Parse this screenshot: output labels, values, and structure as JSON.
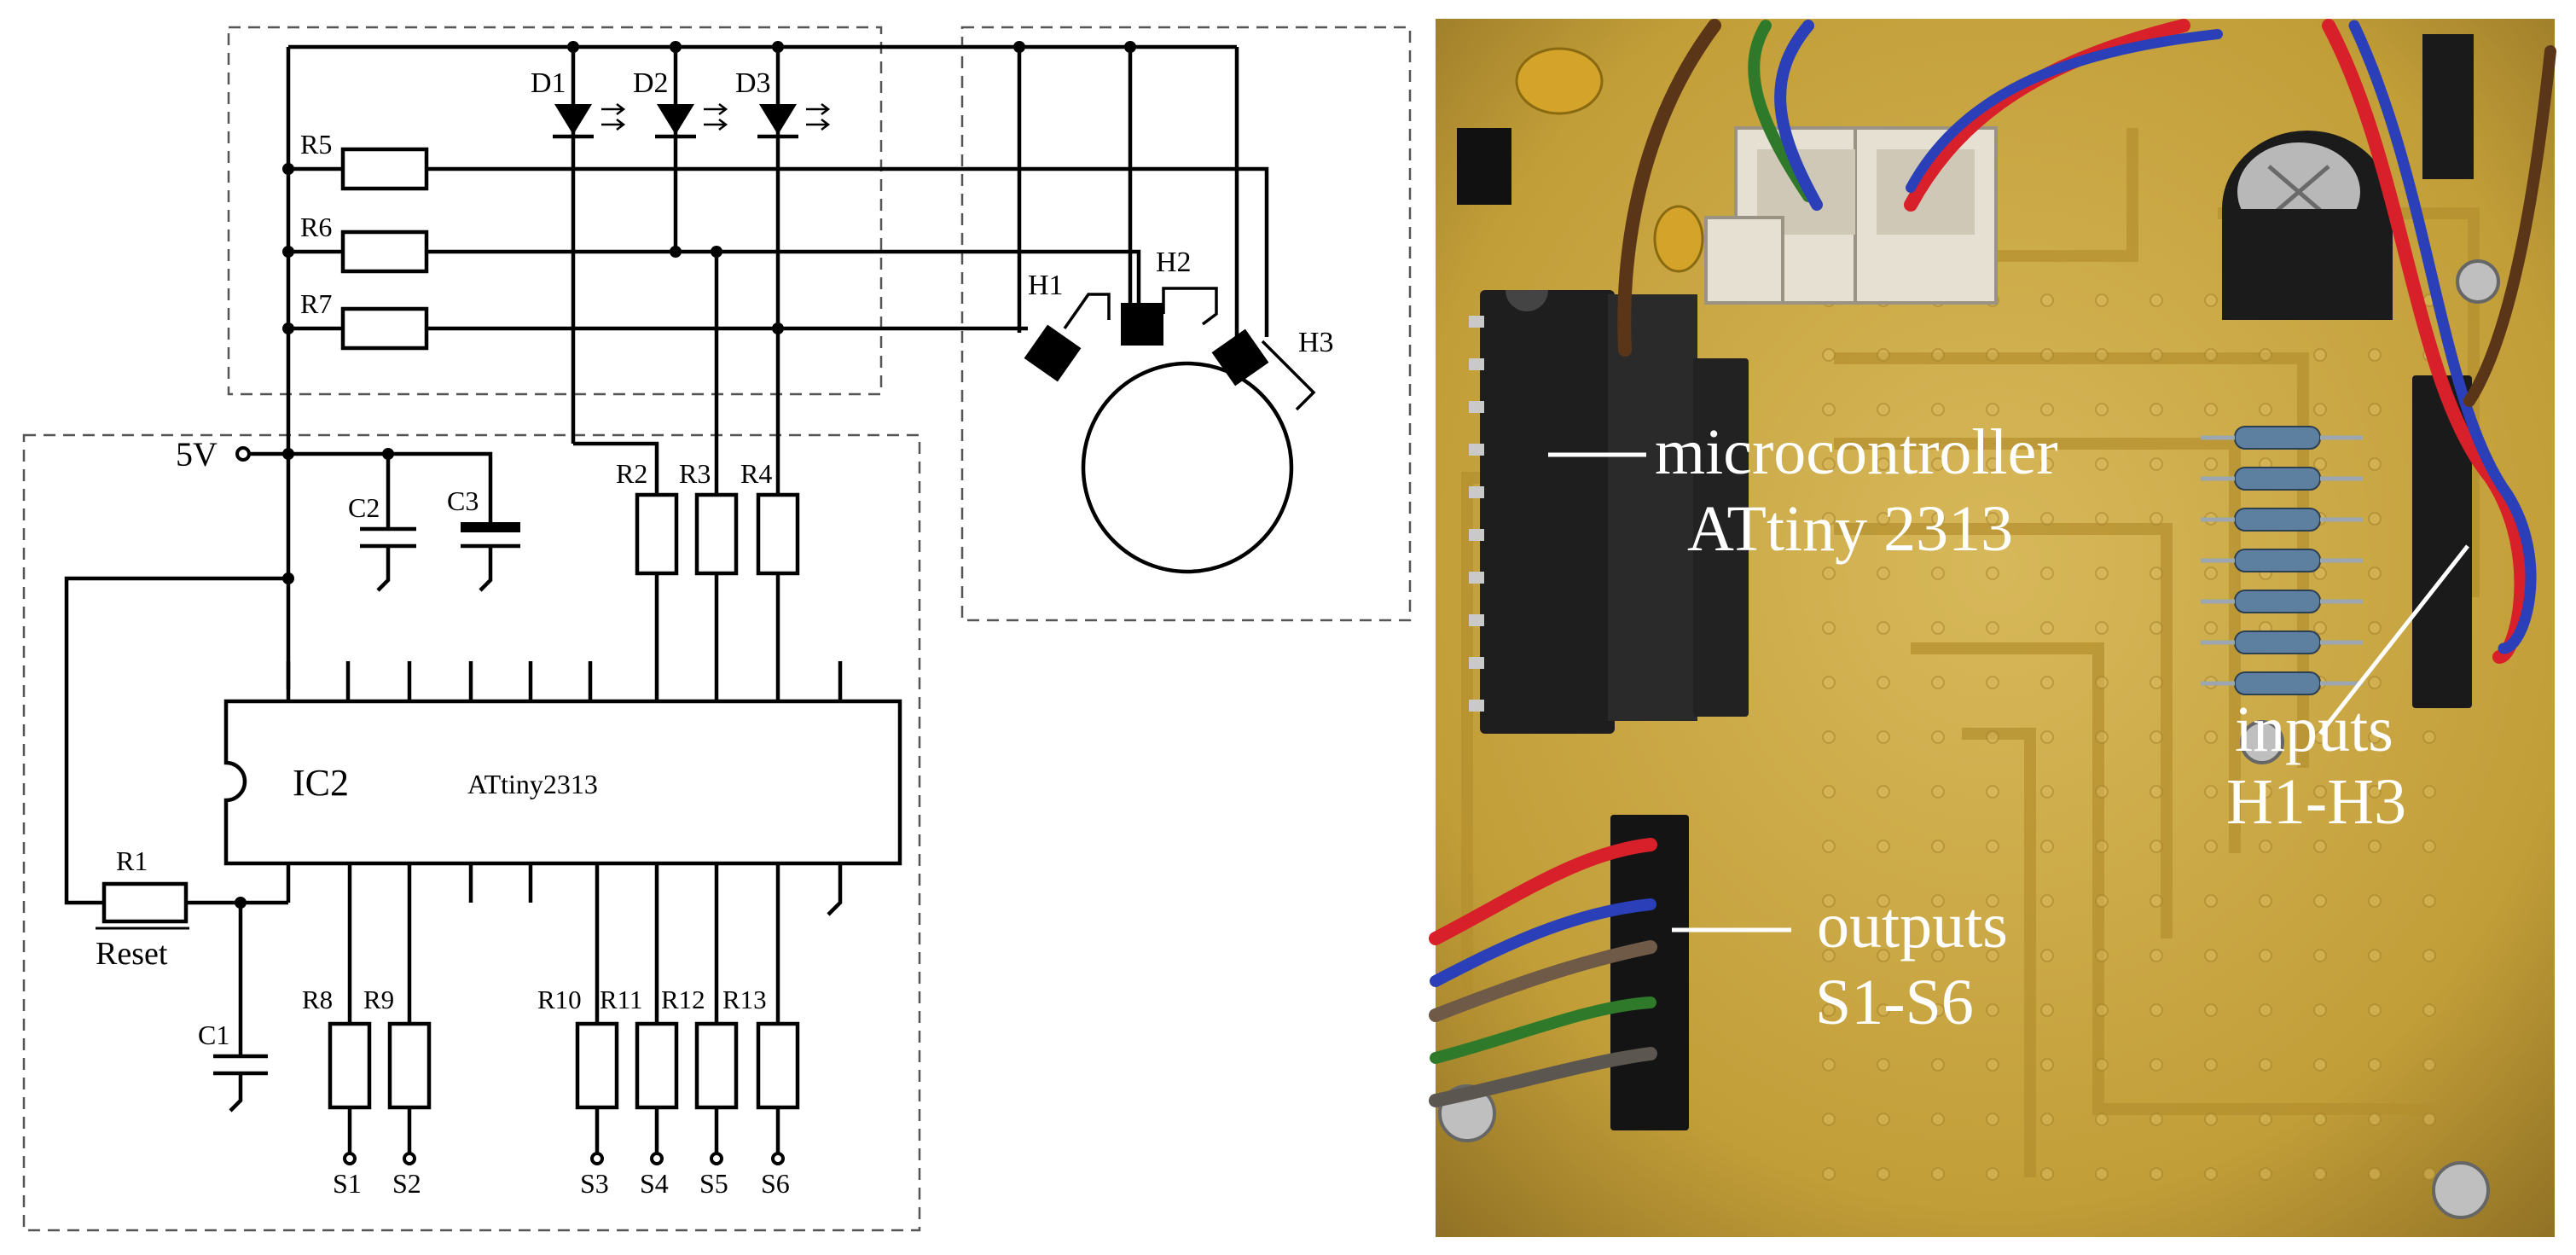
{
  "schematic": {
    "supply": "5V",
    "ic": {
      "ref": "IC2",
      "part": "ATtiny2313"
    },
    "diodes": [
      "D1",
      "D2",
      "D3"
    ],
    "sensors": [
      "H1",
      "H2",
      "H3"
    ],
    "resistors_top": [
      "R5",
      "R6",
      "R7"
    ],
    "resistors_mid": [
      "R2",
      "R3",
      "R4"
    ],
    "capacitors": [
      "C1",
      "C2",
      "C3"
    ],
    "reset": {
      "resistor": "R1",
      "label": "Reset"
    },
    "resistors_bottom": [
      "R8",
      "R9",
      "R10",
      "R11",
      "R12",
      "R13"
    ],
    "outputs": [
      "S1",
      "S2",
      "S3",
      "S4",
      "S5",
      "S6"
    ]
  },
  "photo": {
    "labels": {
      "mcu_line1": "microcontroller",
      "mcu_line2": "ATtiny 2313",
      "inputs_line1": "inputs",
      "inputs_line2": "H1-H3",
      "outputs_line1": "outputs",
      "outputs_line2": "S1-S6"
    },
    "colors": {
      "board": "#c9a83e",
      "wire_red": "#d8202a",
      "wire_blue": "#2a3fb8",
      "wire_brown": "#5a3518",
      "wire_green": "#2f7a2a"
    }
  }
}
